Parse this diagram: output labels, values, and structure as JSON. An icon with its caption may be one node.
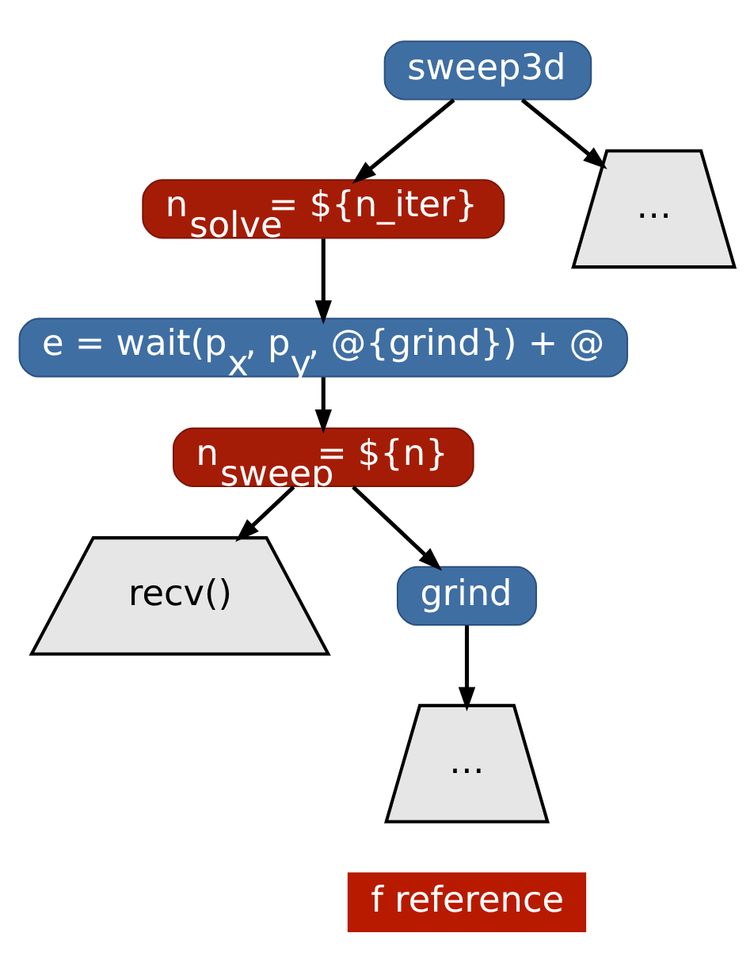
{
  "diagram": {
    "nodes": [
      {
        "text": [
          "sweep3d"
        ]
      },
      {
        "text": [
          "n$_{solve}$= ${n_iter}"
        ]
      },
      {
        "text": [
          "…"
        ]
      },
      {
        "text": [
          "e = wait(p$_{x}$, p$_{y}$, @{grind}) + @"
        ]
      },
      {
        "text": [
          "n$_{sweep}$= ${n}"
        ]
      },
      {
        "text": [
          "recv()"
        ]
      },
      {
        "text": [
          "grind"
        ]
      },
      {
        "text": [
          "…"
        ]
      },
      {
        "text": [
          "f reference"
        ]
      }
    ],
    "edges": [
      {
        "from": 0,
        "to": 1,
        "arrow": "to"
      },
      {
        "from": 0,
        "to": 2,
        "arrow": "to"
      },
      {
        "from": 1,
        "to": 3,
        "arrow": "to"
      },
      {
        "from": 3,
        "to": 4,
        "arrow": "to"
      },
      {
        "from": 4,
        "to": 5,
        "arrow": "to"
      },
      {
        "from": 4,
        "to": 6,
        "arrow": "to"
      },
      {
        "from": 6,
        "to": 7,
        "arrow": "to"
      }
    ]
  }
}
